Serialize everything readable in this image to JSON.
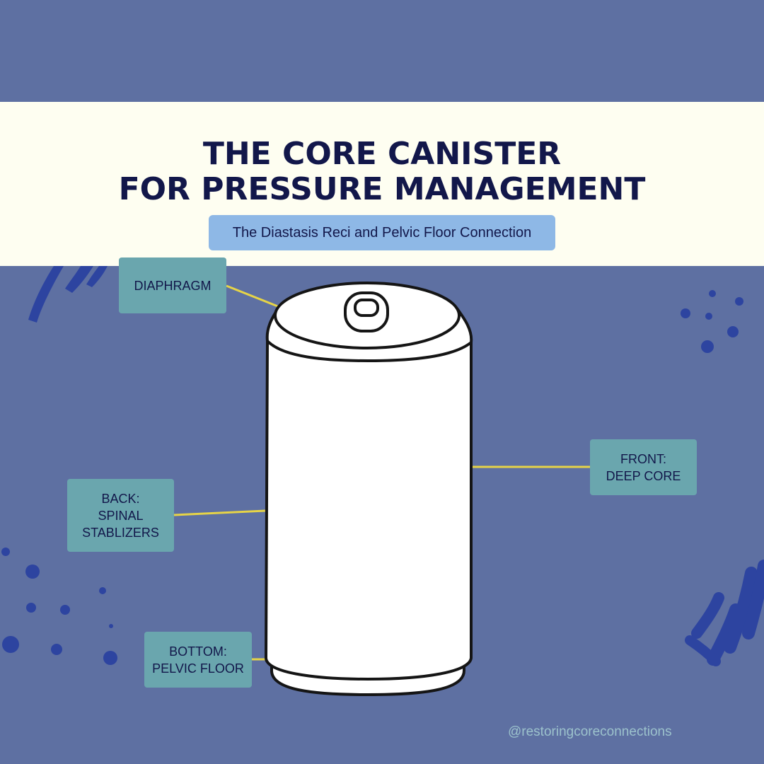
{
  "colors": {
    "background": "#5E70A2",
    "title_band": "#FEFEF1",
    "title_text": "#12174A",
    "subtitle_pill": "#8EB8E6",
    "label_box": "#6AA6AE",
    "label_text": "#12174A",
    "connector_line": "#E6D447",
    "decor": "#2D44A0",
    "can_fill": "#FFFFFF",
    "can_stroke": "#151515",
    "handle_text": "#9CC2CC"
  },
  "title": {
    "line1": "THE CORE CANISTER",
    "line2": "FOR PRESSURE MANAGEMENT"
  },
  "subtitle": "The Diastasis Reci and Pelvic Floor Connection",
  "labels": {
    "diaphragm": {
      "line1": "DIAPHRAGM"
    },
    "front": {
      "line1": "FRONT:",
      "line2": "DEEP CORE"
    },
    "back": {
      "line1": "BACK:",
      "line2": "SPINAL",
      "line3": "STABLIZERS"
    },
    "bottom": {
      "line1": "BOTTOM:",
      "line2": "PELVIC FLOOR"
    }
  },
  "icons": {
    "can": "soda-can-icon"
  },
  "handle": "@restoringcoreconnections"
}
